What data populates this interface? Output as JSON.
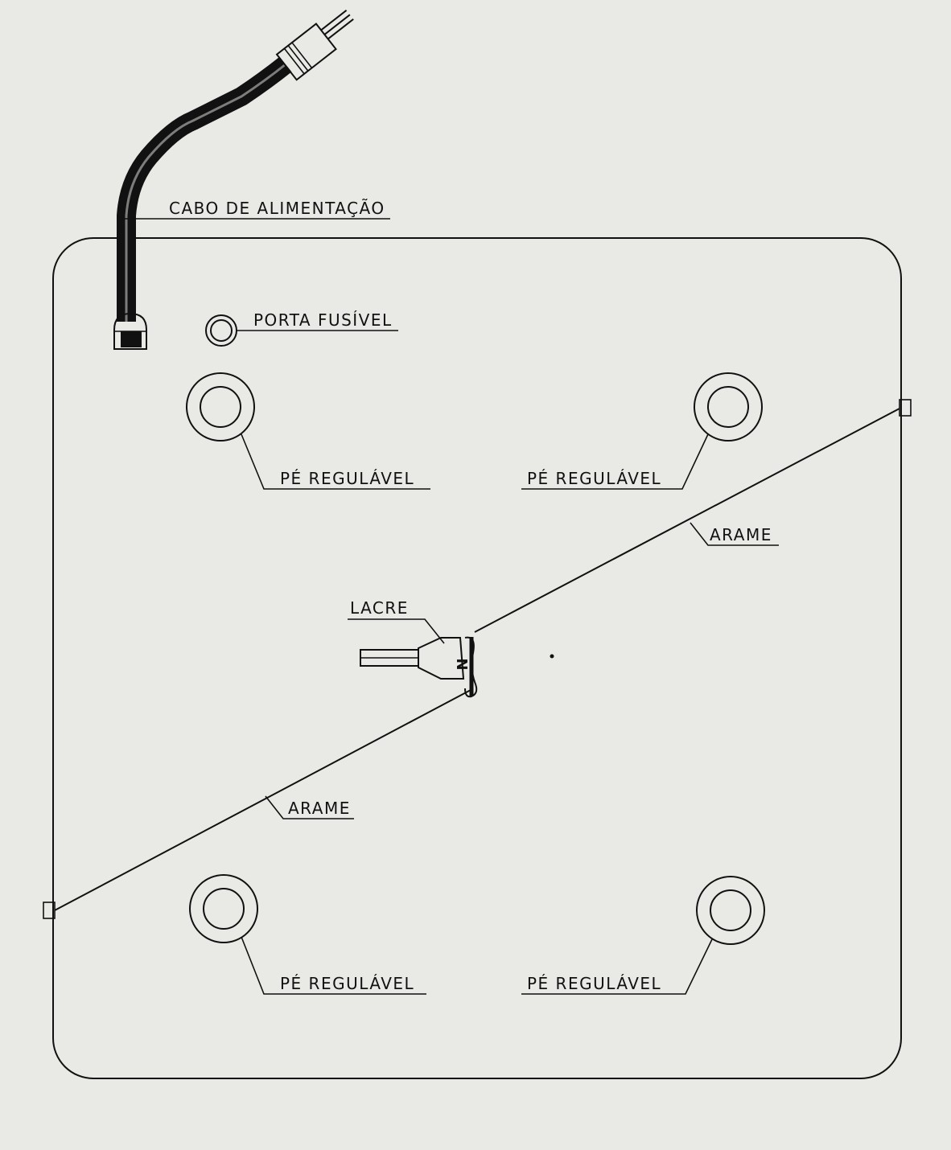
{
  "labels": {
    "power_cable": "CABO DE ALIMENTAÇÃO",
    "fuse_holder": "PORTA FUSÍVEL",
    "foot_top_left": "PÉ REGULÁVEL",
    "foot_top_right": "PÉ REGULÁVEL",
    "foot_bottom_left": "PÉ REGULÁVEL",
    "foot_bottom_right": "PÉ REGULÁVEL",
    "wire_upper": "ARAME",
    "wire_lower": "ARAME",
    "seal": "LACRE",
    "seal_mark": "N"
  },
  "colors": {
    "line": "#111111",
    "background": "#e9e9e6"
  }
}
